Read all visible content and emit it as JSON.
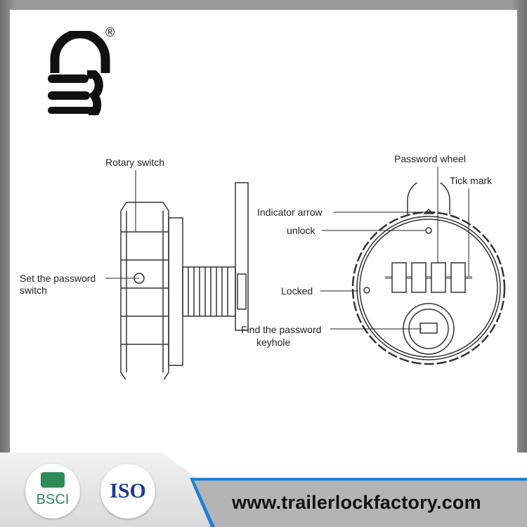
{
  "logo": {
    "registered_mark": "®"
  },
  "left_view": {
    "labels": {
      "rotary_switch": "Rotary switch",
      "set_password_line1": "Set the password",
      "set_password_line2": "switch"
    }
  },
  "right_view": {
    "labels": {
      "password_wheel": "Password wheel",
      "tick_mark": "Tick mark",
      "indicator_arrow": "Indicator arrow",
      "unlock": "unlock",
      "locked": "Locked",
      "find_keyhole_line1": "Find the password",
      "find_keyhole_line2": "keyhole"
    }
  },
  "footer": {
    "bsci": "BSCI",
    "iso": "ISO",
    "website": "www.trailerlockfactory.com",
    "accent_color": "#1f7fd6",
    "bsci_color": "#2e8b57",
    "iso_color": "#1a3c8f"
  }
}
